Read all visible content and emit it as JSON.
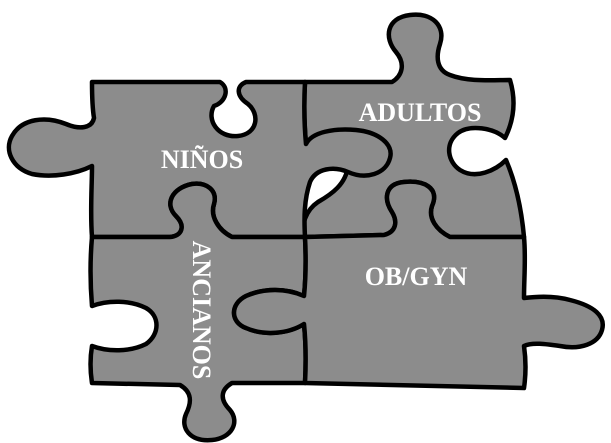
{
  "colors": {
    "piece_fill": "#8c8c8c",
    "outline": "#000000",
    "label": "#ffffff",
    "background": "#ffffff"
  },
  "pieces": {
    "ninos": "NIÑOS",
    "adultos": "ADULTOS",
    "ancianos": "ANCIANOS",
    "obgyn": "OB/GYN"
  }
}
